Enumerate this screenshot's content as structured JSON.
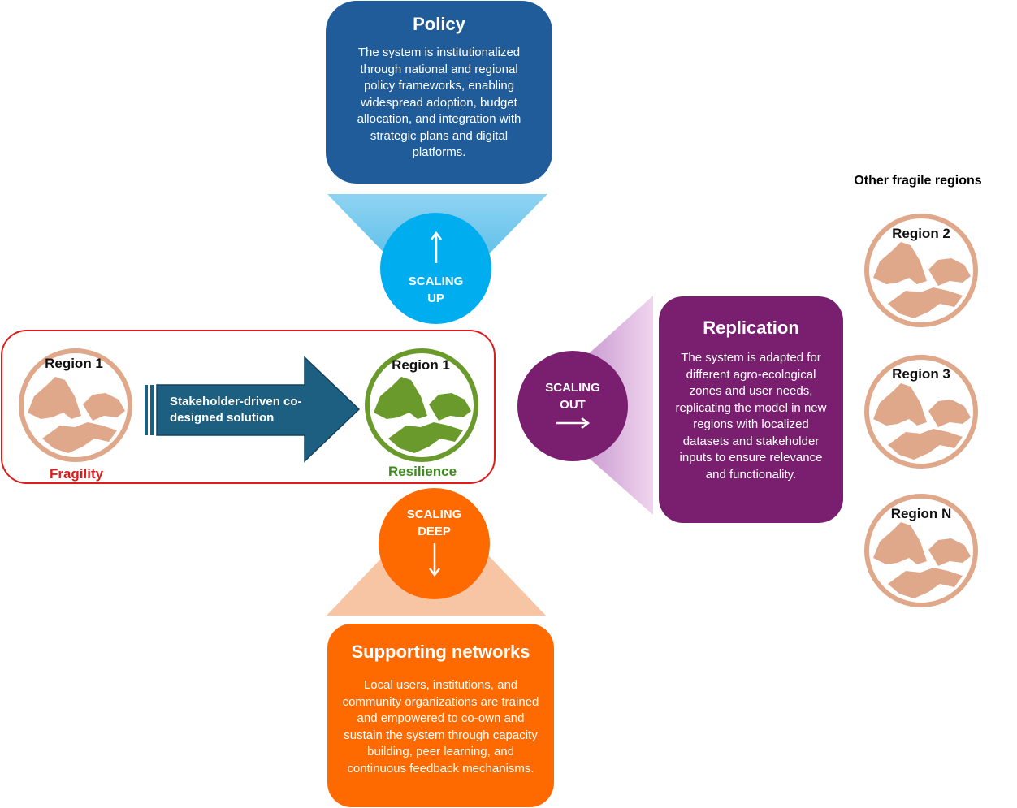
{
  "policy": {
    "title": "Policy",
    "text": "The system is institutionalized through national and regional policy frameworks, enabling widespread adoption, budget allocation, and integration with strategic plans and digital platforms."
  },
  "replication": {
    "title": "Replication",
    "text": "The system is adapted for different agro-ecological zones and user needs, replicating the model in new regions with localized datasets and stakeholder inputs to ensure relevance and functionality."
  },
  "supporting": {
    "title": "Supporting networks",
    "text": "Local users, institutions, and community organizations are trained and empowered to co-own and sustain the system through capacity building, peer learning, and continuous feedback mechanisms."
  },
  "scaling_up": {
    "line1": "SCALING",
    "line2": "UP"
  },
  "scaling_out": {
    "line1": "SCALING",
    "line2": "OUT"
  },
  "scaling_deep": {
    "line1": "SCALING",
    "line2": "DEEP"
  },
  "core": {
    "region_before": "Region 1",
    "region_after": "Region 1",
    "arrow_label": "Stakeholder-driven co-designed solution",
    "fragility": "Fragility",
    "resilience": "Resilience"
  },
  "other_regions": {
    "heading": "Other fragile regions",
    "items": [
      "Region 2",
      "Region 3",
      "Region N"
    ]
  },
  "colors": {
    "policy": "#1f5c99",
    "scaling_up": "#00aeef",
    "replication": "#7a1f6f",
    "supporting": "#ff6a00",
    "fragile": "#e0a88a",
    "resilient": "#6a9a2c",
    "core_border": "#e01b1b",
    "arrow": "#1d5f80"
  }
}
